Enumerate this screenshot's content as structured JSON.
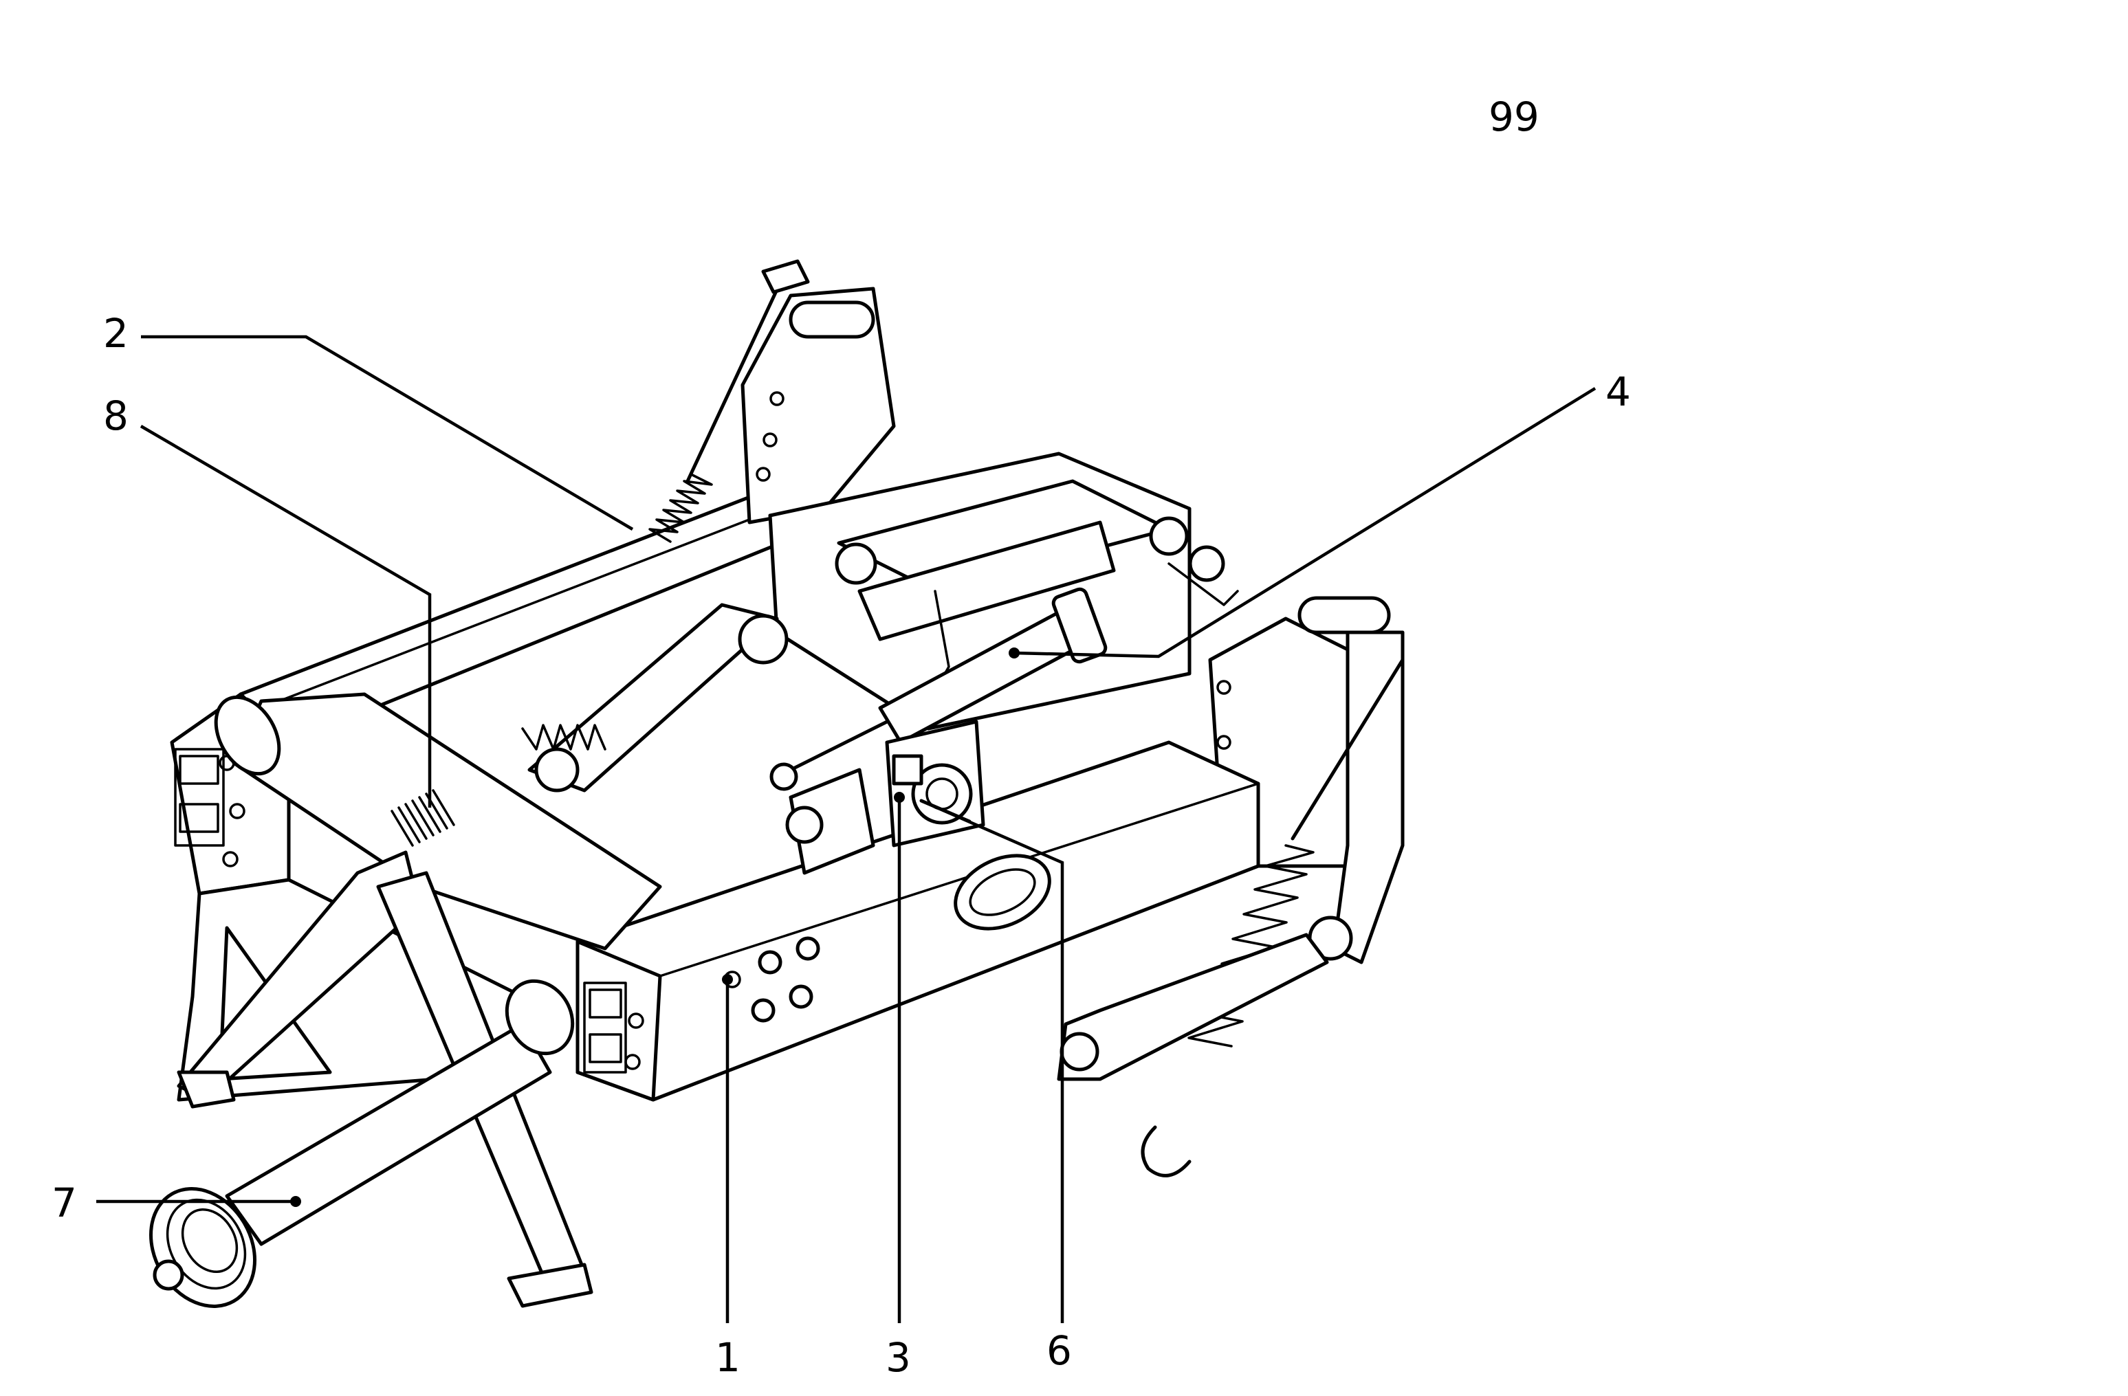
{
  "page_number": "99",
  "callouts": [
    {
      "id": "1",
      "label": "1"
    },
    {
      "id": "2",
      "label": "2"
    },
    {
      "id": "3",
      "label": "3"
    },
    {
      "id": "4",
      "label": "4"
    },
    {
      "id": "6",
      "label": "6"
    },
    {
      "id": "7",
      "label": "7"
    },
    {
      "id": "8",
      "label": "8"
    }
  ]
}
